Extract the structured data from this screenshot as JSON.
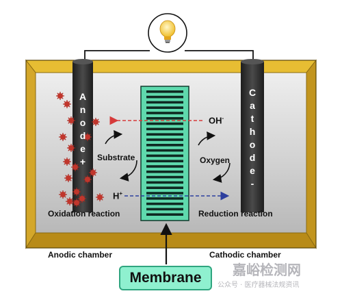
{
  "labels": {
    "anode_letters": [
      "A",
      "n",
      "o",
      "d",
      "e",
      "+"
    ],
    "cathode_letters": [
      "C",
      "a",
      "t",
      "h",
      "o",
      "d",
      "e",
      "-"
    ],
    "substrate": "Substrate",
    "oxygen": "Oxygen",
    "hydroxide": "OH",
    "hydroxide_charge": "-",
    "proton": "H",
    "proton_charge": "+",
    "oxidation": "Oxidation reaction",
    "reduction": "Reduction reaction",
    "anodic_chamber": "Anodic chamber",
    "cathodic_chamber": "Cathodic chamber",
    "membrane": "Membrane"
  },
  "watermark": {
    "big": "嘉峪检测网",
    "small": "公众号 · 医疗器械法规资讯"
  },
  "colors": {
    "frame_gold": "#e0b62c",
    "frame_dark": "#a9821a",
    "chamber_gray": "#c9c9c9",
    "membrane_green": "#5fd9ad",
    "electrode": "#2b2b2b",
    "bacteria": "#c0362c",
    "oh_arrow": "#d63a3a",
    "h_arrow": "#2c3e9e",
    "bulb": "#f6d24a"
  },
  "icons": [
    "light-bulb-icon",
    "bacteria-cluster-icon"
  ]
}
